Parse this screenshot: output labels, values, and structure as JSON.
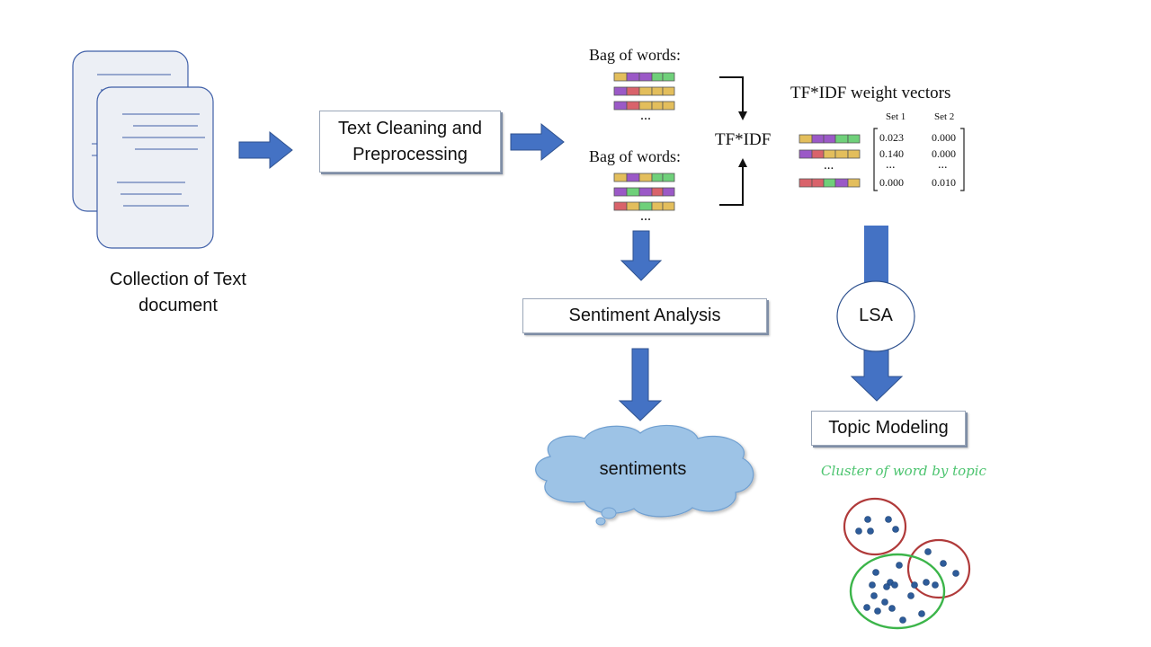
{
  "collection_label": "Collection of Text document",
  "preprocess_label": "Text Cleaning and Preprocessing",
  "bow_label_1": "Bag of words:",
  "bow_label_2": "Bag of words:",
  "ellipsis": "...",
  "tfidf_label": "TF*IDF",
  "tfidf_vectors_title": "TF*IDF weight vectors",
  "matrix": {
    "set1_header": "Set 1",
    "set2_header": "Set 2",
    "rows": [
      [
        "0.023",
        "0.000"
      ],
      [
        "0.140",
        "0.000"
      ],
      [
        "...",
        "..."
      ],
      [
        "0.000",
        "0.010"
      ]
    ]
  },
  "lsa_label": "LSA",
  "sentiment_analysis_label": "Sentiment Analysis",
  "sentiments_label": "sentiments",
  "topic_modeling_label": "Topic Modeling",
  "cluster_title": "Cluster of word by topic",
  "colors": {
    "arrow_blue": "#4472c4",
    "cloud_fill": "#9dc3e6",
    "doc_border": "#3f5fa8",
    "cluster_red": "#b03a3a",
    "cluster_green": "#3cb54a",
    "dot_blue": "#2e5c9a",
    "bar_yellow": "#e3be5c",
    "bar_purple": "#9b59c7",
    "bar_green": "#6fd07a",
    "bar_red": "#d9636b"
  }
}
